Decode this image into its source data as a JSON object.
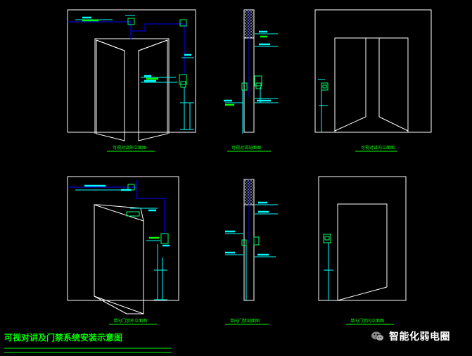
{
  "drawing": {
    "title": "可视对讲及门禁系统安装示意图",
    "views": [
      {
        "caption": "可视对讲外立面图"
      },
      {
        "caption": "可视对讲剖面图"
      },
      {
        "caption": "可视对讲内立面图"
      },
      {
        "caption": "单向门禁外立面图"
      },
      {
        "caption": "单向门禁剖面图"
      },
      {
        "caption": "单向门禁内立面图"
      }
    ],
    "colors": {
      "background": "#000000",
      "outline": "#ffffff",
      "conduit": "#0000ff",
      "device": "#00ff66",
      "dimension": "#00ffff",
      "caption": "#00ff00",
      "title": "#00ff00"
    }
  },
  "watermark": {
    "text": "智能化弱电圈",
    "icon": "wechat-icon"
  }
}
